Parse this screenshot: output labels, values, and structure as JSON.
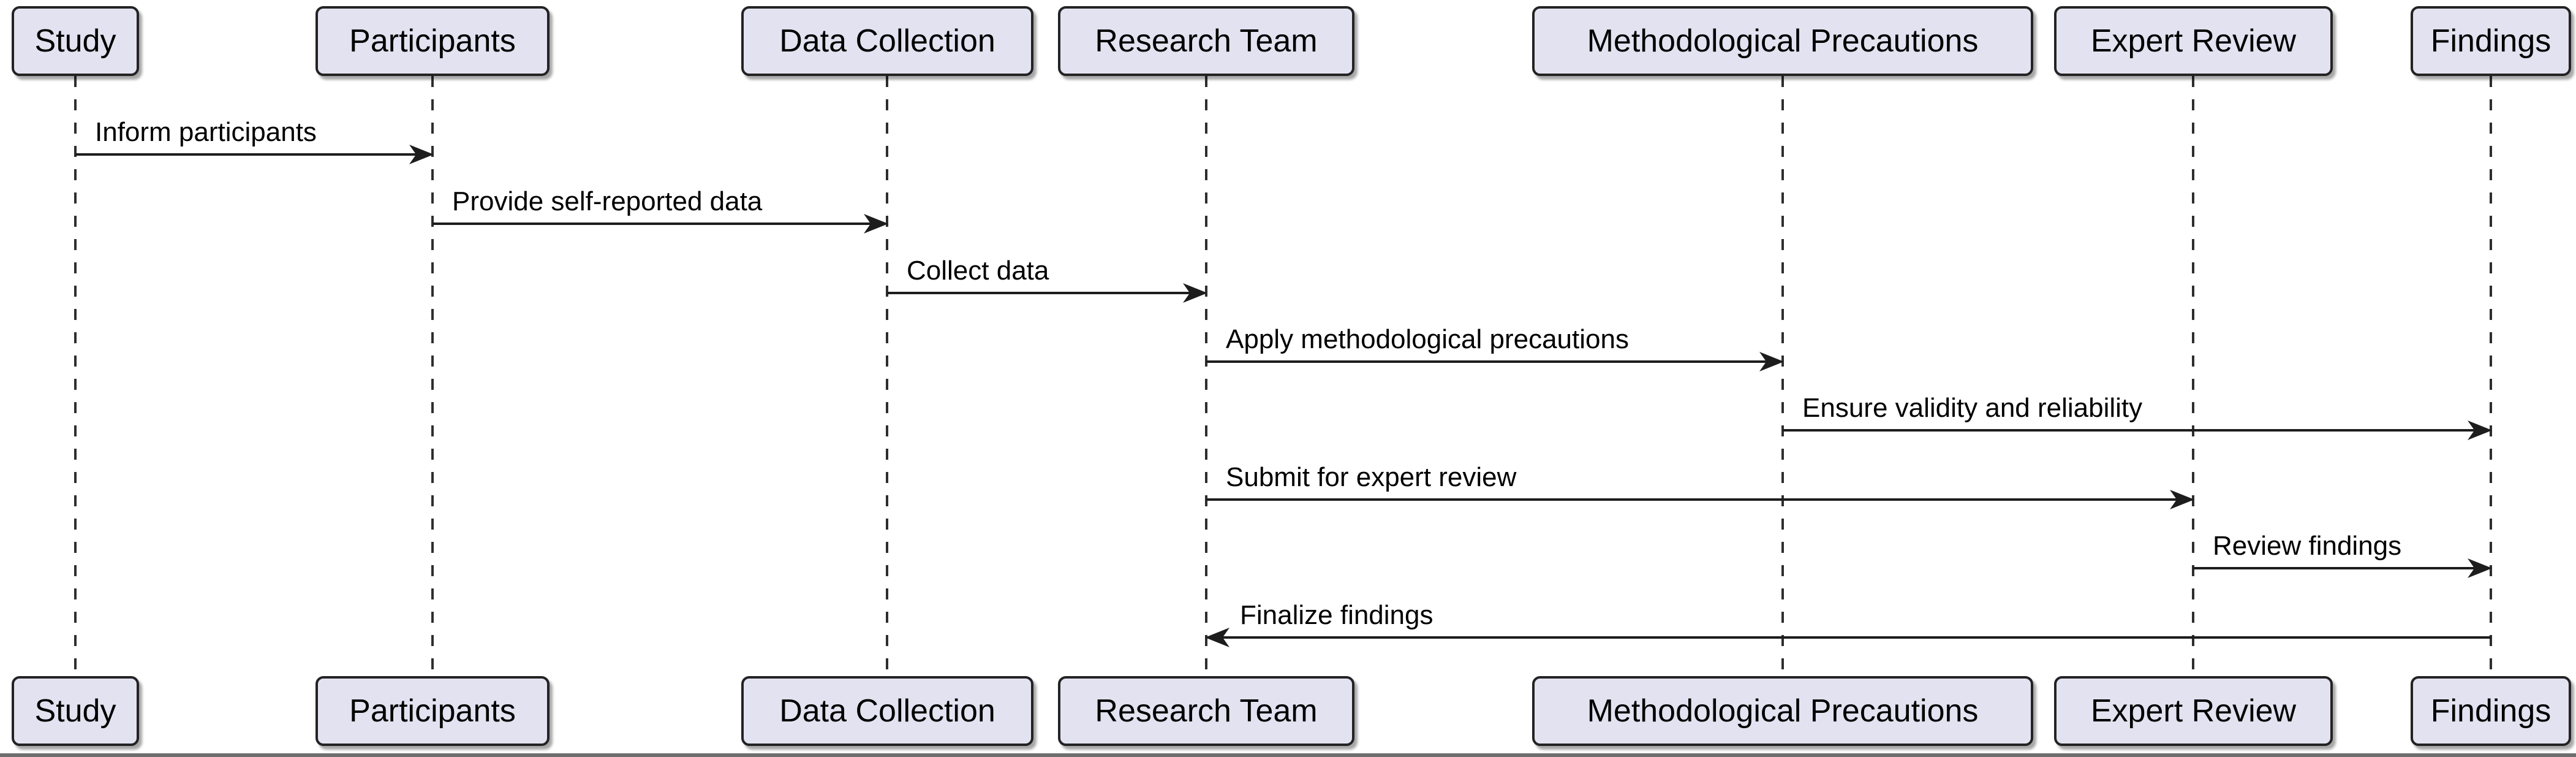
{
  "diagram": {
    "type": "sequence-diagram",
    "actors": [
      {
        "id": "study",
        "label": "Study"
      },
      {
        "id": "participants",
        "label": "Participants"
      },
      {
        "id": "data-collection",
        "label": "Data Collection"
      },
      {
        "id": "research-team",
        "label": "Research Team"
      },
      {
        "id": "methodological-precautions",
        "label": "Methodological Precautions"
      },
      {
        "id": "expert-review",
        "label": "Expert Review"
      },
      {
        "id": "findings",
        "label": "Findings"
      }
    ],
    "messages": [
      {
        "from": "Study",
        "to": "Participants",
        "label": "Inform participants",
        "direction": "right"
      },
      {
        "from": "Participants",
        "to": "Data Collection",
        "label": "Provide self-reported data",
        "direction": "right"
      },
      {
        "from": "Data Collection",
        "to": "Research Team",
        "label": "Collect data",
        "direction": "right"
      },
      {
        "from": "Research Team",
        "to": "Methodological Precautions",
        "label": "Apply methodological precautions",
        "direction": "right"
      },
      {
        "from": "Methodological Precautions",
        "to": "Findings",
        "label": "Ensure validity and reliability",
        "direction": "right"
      },
      {
        "from": "Research Team",
        "to": "Expert Review",
        "label": "Submit for expert review",
        "direction": "right"
      },
      {
        "from": "Expert Review",
        "to": "Findings",
        "label": "Review findings",
        "direction": "right"
      },
      {
        "from": "Findings",
        "to": "Research Team",
        "label": "Finalize findings",
        "direction": "left"
      }
    ]
  },
  "colors": {
    "bg": "#ffffff",
    "box-fill": "#e2e2f0",
    "box-border": "#232323",
    "text": "#000000",
    "line": "#1d1d1d",
    "lifeline": "#2e2e2e",
    "bottom-bar": "#6e6e6e"
  }
}
